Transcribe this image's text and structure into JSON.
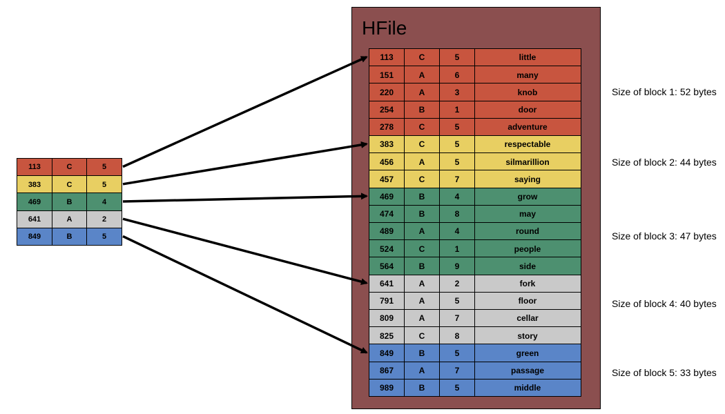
{
  "hfile": {
    "title": "HFile",
    "rows": [
      {
        "key": "113",
        "col": "C",
        "ver": "5",
        "value": "little",
        "block": 1
      },
      {
        "key": "151",
        "col": "A",
        "ver": "6",
        "value": "many",
        "block": 1
      },
      {
        "key": "220",
        "col": "A",
        "ver": "3",
        "value": "knob",
        "block": 1
      },
      {
        "key": "254",
        "col": "B",
        "ver": "1",
        "value": "door",
        "block": 1
      },
      {
        "key": "278",
        "col": "C",
        "ver": "5",
        "value": "adventure",
        "block": 1
      },
      {
        "key": "383",
        "col": "C",
        "ver": "5",
        "value": "respectable",
        "block": 2
      },
      {
        "key": "456",
        "col": "A",
        "ver": "5",
        "value": "silmarillion",
        "block": 2
      },
      {
        "key": "457",
        "col": "C",
        "ver": "7",
        "value": "saying",
        "block": 2
      },
      {
        "key": "469",
        "col": "B",
        "ver": "4",
        "value": "grow",
        "block": 3
      },
      {
        "key": "474",
        "col": "B",
        "ver": "8",
        "value": "may",
        "block": 3
      },
      {
        "key": "489",
        "col": "A",
        "ver": "4",
        "value": "round",
        "block": 3
      },
      {
        "key": "524",
        "col": "C",
        "ver": "1",
        "value": "people",
        "block": 3
      },
      {
        "key": "564",
        "col": "B",
        "ver": "9",
        "value": "side",
        "block": 3
      },
      {
        "key": "641",
        "col": "A",
        "ver": "2",
        "value": "fork",
        "block": 4
      },
      {
        "key": "791",
        "col": "A",
        "ver": "5",
        "value": "floor",
        "block": 4
      },
      {
        "key": "809",
        "col": "A",
        "ver": "7",
        "value": "cellar",
        "block": 4
      },
      {
        "key": "825",
        "col": "C",
        "ver": "8",
        "value": "story",
        "block": 4
      },
      {
        "key": "849",
        "col": "B",
        "ver": "5",
        "value": "green",
        "block": 5
      },
      {
        "key": "867",
        "col": "A",
        "ver": "7",
        "value": "passage",
        "block": 5
      },
      {
        "key": "989",
        "col": "B",
        "ver": "5",
        "value": "middle",
        "block": 5
      }
    ]
  },
  "index": {
    "rows": [
      {
        "key": "113",
        "col": "C",
        "ver": "5",
        "block": 1
      },
      {
        "key": "383",
        "col": "C",
        "ver": "5",
        "block": 2
      },
      {
        "key": "469",
        "col": "B",
        "ver": "4",
        "block": 3
      },
      {
        "key": "641",
        "col": "A",
        "ver": "2",
        "block": 4
      },
      {
        "key": "849",
        "col": "B",
        "ver": "5",
        "block": 5
      }
    ]
  },
  "block_sizes": [
    "Size of block 1: 52 bytes",
    "Size of block 2: 44 bytes",
    "Size of block 3: 47 bytes",
    "Size of block 4: 40 bytes",
    "Size of block 5: 33 bytes"
  ],
  "colors": {
    "block1": "#c8553f",
    "block2": "#e8cf62",
    "block3": "#4d9070",
    "block4": "#c9c9c9",
    "block5": "#5a85c8",
    "hfile_bg": "#8b4f4f",
    "arrow": "#000000"
  }
}
